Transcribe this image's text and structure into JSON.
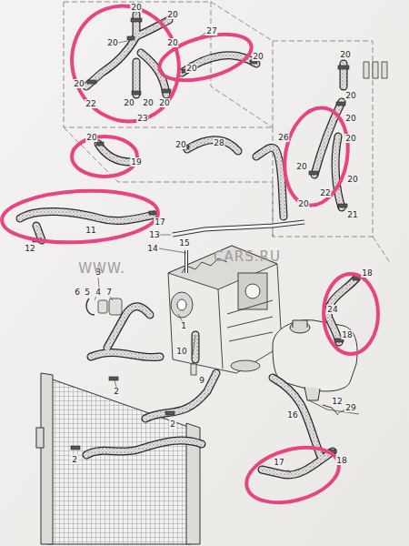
{
  "diagram": {
    "labels": [
      "20",
      "20",
      "20",
      "20",
      "27",
      "20",
      "20",
      "20",
      "22",
      "20",
      "20",
      "20",
      "23",
      "20",
      "20",
      "20",
      "28",
      "19",
      "26",
      "20",
      "20",
      "20",
      "20",
      "22",
      "20",
      "20",
      "21",
      "11",
      "12",
      "17",
      "13",
      "14",
      "15",
      "3",
      "6",
      "5",
      "4",
      "7",
      "1",
      "10",
      "9",
      "2",
      "2",
      "2",
      "18",
      "24",
      "18",
      "12",
      "29",
      "16",
      "18",
      "17",
      "WWW.",
      "CARS.RU"
    ]
  }
}
